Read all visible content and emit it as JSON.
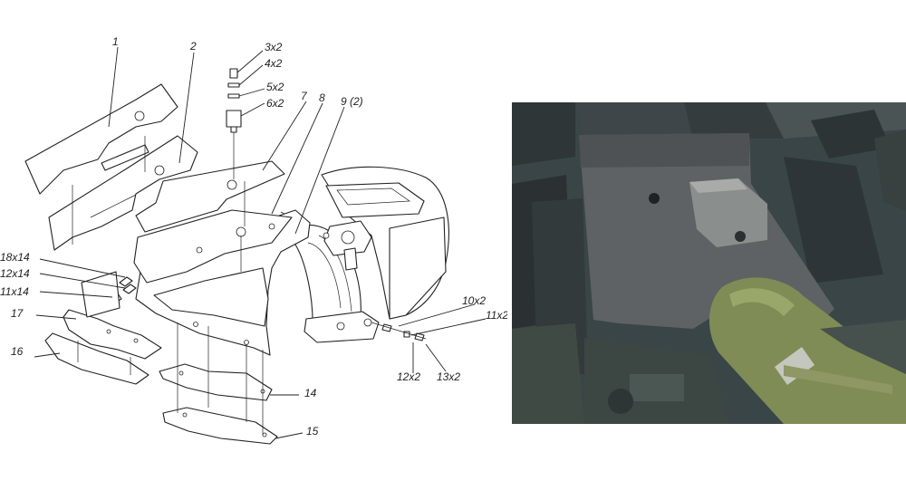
{
  "callouts": {
    "c1": "1",
    "c2": "2",
    "c3": "3x2",
    "c4": "4x2",
    "c5": "5x2",
    "c6": "6x2",
    "c7": "7",
    "c8": "8",
    "c9": "9 (2)",
    "c10": "10x2",
    "c11": "11x2",
    "c12": "12x2",
    "c13": "13x2",
    "c14": "14",
    "c15": "15",
    "c16": "16",
    "c17": "17",
    "c18": "18x14",
    "c12b": "12x14",
    "c11b": "11x14"
  },
  "colors": {
    "line": "#222222",
    "photo_sky": "#3d5566",
    "plate": "#5e6264",
    "barrel": "#7f8c55",
    "armor": "#3a4345"
  }
}
